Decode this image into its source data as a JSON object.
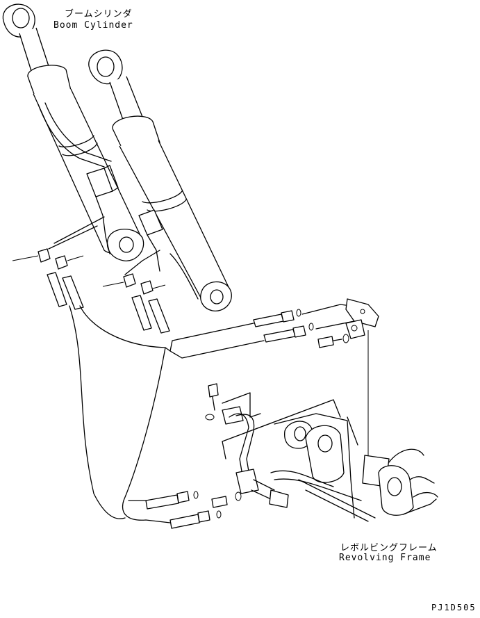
{
  "labels": {
    "boom_cylinder_jp": "ブームシリンダ",
    "boom_cylinder_en": "Boom Cylinder",
    "revolving_frame_jp": "レボルビングフレーム",
    "revolving_frame_en": "Revolving Frame",
    "drawing_code": "PJ1D505"
  }
}
